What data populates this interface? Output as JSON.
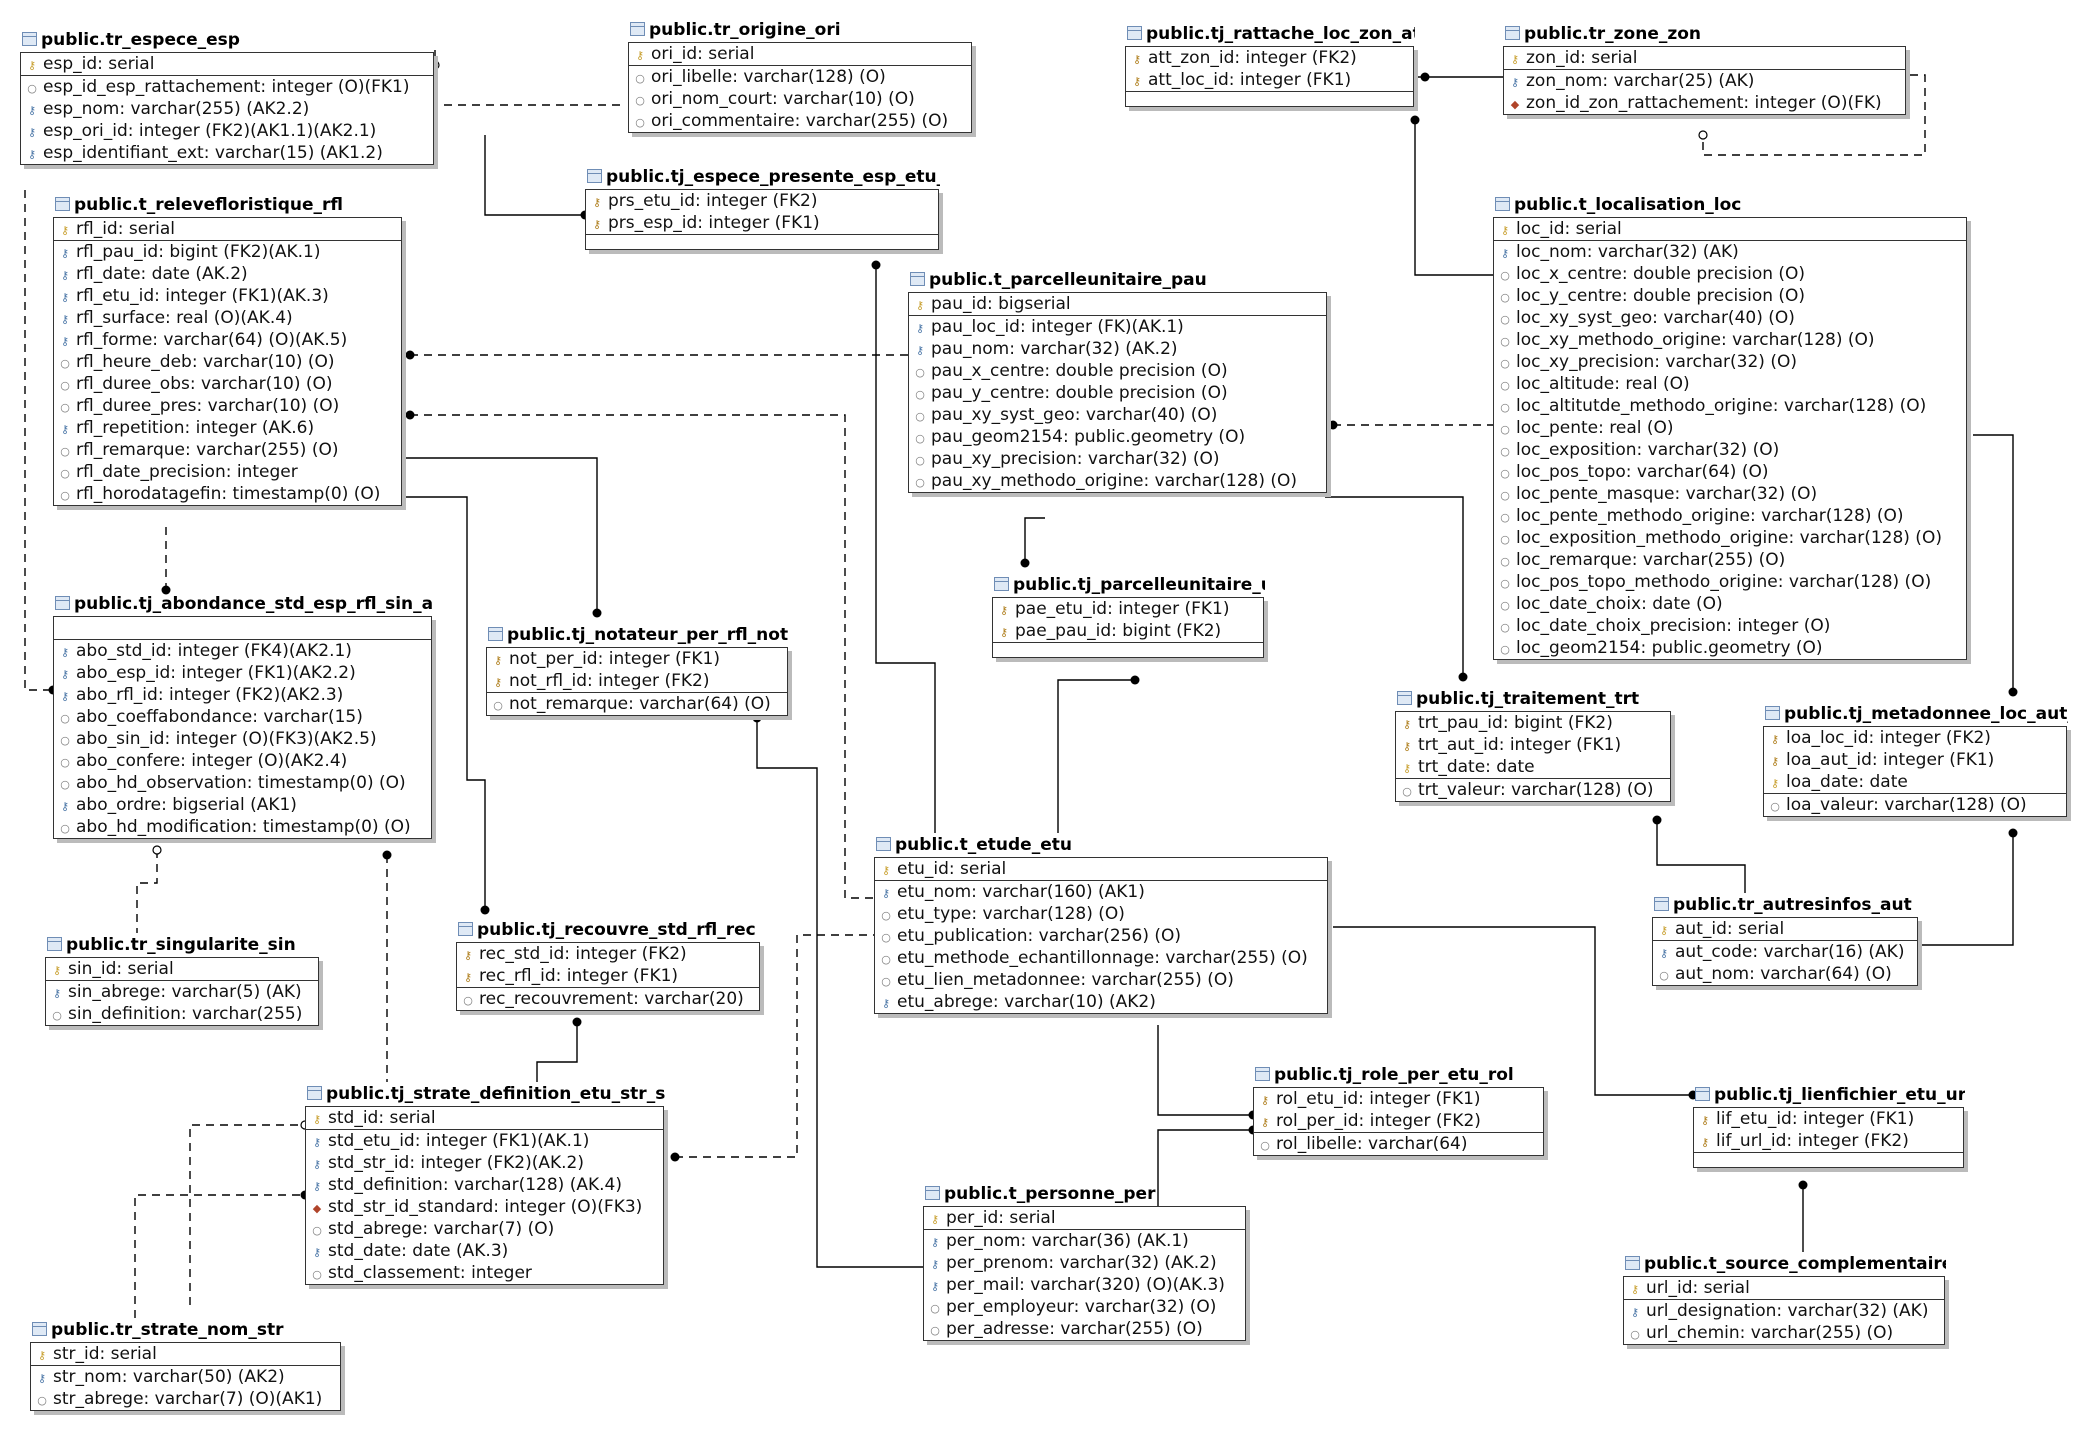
{
  "tables": [
    {
      "id": "tr_espece_esp",
      "name": "public.tr_espece_esp",
      "pk": [
        {
          "t": "pk",
          "text": "esp_id: serial"
        }
      ],
      "cols": [
        {
          "t": "col",
          "text": "esp_id_esp_rattachement: integer (O)(FK1)"
        },
        {
          "t": "ak",
          "text": "esp_nom: varchar(255) (AK2.2)"
        },
        {
          "t": "fk",
          "text": "esp_ori_id: integer (FK2)(AK1.1)(AK2.1)"
        },
        {
          "t": "ak",
          "text": "esp_identifiant_ext: varchar(15) (AK1.2)"
        }
      ],
      "extra": []
    },
    {
      "id": "tr_origine_ori",
      "name": "public.tr_origine_ori",
      "pk": [
        {
          "t": "pk",
          "text": "ori_id: serial"
        }
      ],
      "cols": [
        {
          "t": "col",
          "text": "ori_libelle: varchar(128) (O)"
        },
        {
          "t": "col",
          "text": "ori_nom_court: varchar(10) (O)"
        },
        {
          "t": "col",
          "text": "ori_commentaire: varchar(255) (O)"
        }
      ],
      "extra": []
    },
    {
      "id": "tj_rattache_loc_zon_att",
      "name": "public.tj_rattache_loc_zon_att",
      "pk": [
        {
          "t": "pkfk",
          "text": "att_zon_id: integer (FK2)"
        },
        {
          "t": "pkfk",
          "text": "att_loc_id: integer (FK1)"
        }
      ],
      "cols": [],
      "extra": []
    },
    {
      "id": "tr_zone_zon",
      "name": "public.tr_zone_zon",
      "pk": [
        {
          "t": "pk",
          "text": "zon_id: serial"
        }
      ],
      "cols": [
        {
          "t": "ak",
          "text": "zon_nom: varchar(25) (AK)"
        },
        {
          "t": "fkn",
          "text": "zon_id_zon_rattachement: integer (O)(FK)"
        }
      ],
      "extra": []
    },
    {
      "id": "tj_espece_presente",
      "name": "public.tj_espece_presente_esp_etu_prs",
      "pk": [
        {
          "t": "pkfk",
          "text": "prs_etu_id: integer (FK2)"
        },
        {
          "t": "pkfk",
          "text": "prs_esp_id: integer (FK1)"
        }
      ],
      "cols": [],
      "extra": []
    },
    {
      "id": "t_relevefloristique_rfl",
      "name": "public.t_relevefloristique_rfl",
      "pk": [
        {
          "t": "pk",
          "text": "rfl_id: serial"
        }
      ],
      "cols": [
        {
          "t": "fk",
          "text": "rfl_pau_id: bigint (FK2)(AK.1)"
        },
        {
          "t": "ak",
          "text": "rfl_date: date (AK.2)"
        },
        {
          "t": "fk",
          "text": "rfl_etu_id: integer (FK1)(AK.3)"
        },
        {
          "t": "ak",
          "text": "rfl_surface: real (O)(AK.4)"
        },
        {
          "t": "ak",
          "text": "rfl_forme: varchar(64) (O)(AK.5)"
        },
        {
          "t": "col",
          "text": "rfl_heure_deb: varchar(10) (O)"
        },
        {
          "t": "col",
          "text": "rfl_duree_obs: varchar(10) (O)"
        },
        {
          "t": "col",
          "text": "rfl_duree_pres: varchar(10) (O)"
        },
        {
          "t": "ak",
          "text": "rfl_repetition: integer (AK.6)"
        },
        {
          "t": "col",
          "text": "rfl_remarque: varchar(255) (O)"
        },
        {
          "t": "col",
          "text": "rfl_date_precision: integer"
        },
        {
          "t": "col",
          "text": "rfl_horodatagefin: timestamp(0) (O)"
        }
      ],
      "extra": []
    },
    {
      "id": "t_parcelleunitaire_pau",
      "name": "public.t_parcelleunitaire_pau",
      "pk": [
        {
          "t": "pk",
          "text": "pau_id: bigserial"
        }
      ],
      "cols": [
        {
          "t": "fk",
          "text": "pau_loc_id: integer (FK)(AK.1)"
        },
        {
          "t": "ak",
          "text": "pau_nom: varchar(32) (AK.2)"
        },
        {
          "t": "col",
          "text": "pau_x_centre: double precision (O)"
        },
        {
          "t": "col",
          "text": "pau_y_centre: double precision (O)"
        },
        {
          "t": "col",
          "text": "pau_xy_syst_geo: varchar(40) (O)"
        },
        {
          "t": "col",
          "text": "pau_geom2154: public.geometry (O)"
        },
        {
          "t": "col",
          "text": "pau_xy_precision: varchar(32) (O)"
        },
        {
          "t": "col",
          "text": "pau_xy_methodo_origine: varchar(128) (O)"
        }
      ],
      "extra": []
    },
    {
      "id": "t_localisation_loc",
      "name": "public.t_localisation_loc",
      "pk": [
        {
          "t": "pk",
          "text": "loc_id: serial"
        }
      ],
      "cols": [
        {
          "t": "ak",
          "text": "loc_nom: varchar(32) (AK)"
        },
        {
          "t": "col",
          "text": "loc_x_centre: double precision (O)"
        },
        {
          "t": "col",
          "text": "loc_y_centre: double precision (O)"
        },
        {
          "t": "col",
          "text": "loc_xy_syst_geo: varchar(40) (O)"
        },
        {
          "t": "col",
          "text": "loc_xy_methodo_origine: varchar(128) (O)"
        },
        {
          "t": "col",
          "text": "loc_xy_precision: varchar(32) (O)"
        },
        {
          "t": "col",
          "text": "loc_altitude: real (O)"
        },
        {
          "t": "col",
          "text": "loc_altitutde_methodo_origine: varchar(128) (O)"
        },
        {
          "t": "col",
          "text": "loc_pente: real (O)"
        },
        {
          "t": "col",
          "text": "loc_exposition: varchar(32) (O)"
        },
        {
          "t": "col",
          "text": "loc_pos_topo: varchar(64) (O)"
        },
        {
          "t": "col",
          "text": "loc_pente_masque: varchar(32) (O)"
        },
        {
          "t": "col",
          "text": "loc_pente_methodo_origine: varchar(128) (O)"
        },
        {
          "t": "col",
          "text": "loc_exposition_methodo_origine: varchar(128) (O)"
        },
        {
          "t": "col",
          "text": "loc_remarque: varchar(255) (O)"
        },
        {
          "t": "col",
          "text": "loc_pos_topo_methodo_origine: varchar(128) (O)"
        },
        {
          "t": "col",
          "text": "loc_date_choix: date (O)"
        },
        {
          "t": "col",
          "text": "loc_date_choix_precision: integer (O)"
        },
        {
          "t": "col",
          "text": "loc_geom2154: public.geometry (O)"
        }
      ],
      "extra": []
    },
    {
      "id": "tj_abondance",
      "name": "public.tj_abondance_std_esp_rfl_sin_abo",
      "pk": [],
      "cols": [
        {
          "t": "fk",
          "text": "abo_std_id: integer (FK4)(AK2.1)"
        },
        {
          "t": "fk",
          "text": "abo_esp_id: integer (FK1)(AK2.2)"
        },
        {
          "t": "fk",
          "text": "abo_rfl_id: integer (FK2)(AK2.3)"
        },
        {
          "t": "col",
          "text": "abo_coeffabondance: varchar(15)"
        },
        {
          "t": "col",
          "text": "abo_sin_id: integer (O)(FK3)(AK2.5)"
        },
        {
          "t": "col",
          "text": "abo_confere: integer (O)(AK2.4)"
        },
        {
          "t": "col",
          "text": "abo_hd_observation: timestamp(0) (O)"
        },
        {
          "t": "ak",
          "text": "abo_ordre: bigserial (AK1)"
        },
        {
          "t": "col",
          "text": "abo_hd_modification: timestamp(0) (O)"
        }
      ],
      "extra": []
    },
    {
      "id": "tj_notateur",
      "name": "public.tj_notateur_per_rfl_not",
      "pk": [
        {
          "t": "pkfk",
          "text": "not_per_id: integer (FK1)"
        },
        {
          "t": "pkfk",
          "text": "not_rfl_id: integer (FK2)"
        }
      ],
      "cols": [
        {
          "t": "col",
          "text": "not_remarque: varchar(64) (O)"
        }
      ],
      "extra": []
    },
    {
      "id": "tj_parcelleunitaire_util",
      "name": "public.tj_parcelleunitaire_utilisee_etu_pae",
      "pk": [
        {
          "t": "pkfk",
          "text": "pae_etu_id: integer (FK1)"
        },
        {
          "t": "pkfk",
          "text": "pae_pau_id: bigint (FK2)"
        }
      ],
      "cols": [],
      "extra": []
    },
    {
      "id": "tj_traitement_trt",
      "name": "public.tj_traitement_trt",
      "pk": [
        {
          "t": "pkfk",
          "text": "trt_pau_id: bigint (FK2)"
        },
        {
          "t": "pkfk",
          "text": "trt_aut_id: integer (FK1)"
        },
        {
          "t": "pk",
          "text": "trt_date: date"
        }
      ],
      "cols": [
        {
          "t": "col",
          "text": "trt_valeur: varchar(128) (O)"
        }
      ],
      "extra": []
    },
    {
      "id": "tj_metadonnee",
      "name": "public.tj_metadonnee_loc_aut_loa",
      "pk": [
        {
          "t": "pkfk",
          "text": "loa_loc_id: integer (FK2)"
        },
        {
          "t": "pkfk",
          "text": "loa_aut_id: integer (FK1)"
        },
        {
          "t": "pk",
          "text": "loa_date: date"
        }
      ],
      "cols": [
        {
          "t": "col",
          "text": "loa_valeur: varchar(128) (O)"
        }
      ],
      "extra": []
    },
    {
      "id": "t_etude_etu",
      "name": "public.t_etude_etu",
      "pk": [
        {
          "t": "pk",
          "text": "etu_id: serial"
        }
      ],
      "cols": [
        {
          "t": "ak",
          "text": "etu_nom: varchar(160) (AK1)"
        },
        {
          "t": "col",
          "text": "etu_type: varchar(128) (O)"
        },
        {
          "t": "col",
          "text": "etu_publication: varchar(256) (O)"
        },
        {
          "t": "col",
          "text": "etu_methode_echantillonnage: varchar(255) (O)"
        },
        {
          "t": "col",
          "text": "etu_lien_metadonnee: varchar(255) (O)"
        },
        {
          "t": "ak",
          "text": "etu_abrege: varchar(10) (AK2)"
        }
      ],
      "extra": []
    },
    {
      "id": "tr_autresinfos_aut",
      "name": "public.tr_autresinfos_aut",
      "pk": [
        {
          "t": "pk",
          "text": "aut_id: serial"
        }
      ],
      "cols": [
        {
          "t": "ak",
          "text": "aut_code: varchar(16) (AK)"
        },
        {
          "t": "col",
          "text": "aut_nom: varchar(64) (O)"
        }
      ],
      "extra": []
    },
    {
      "id": "tr_singularite_sin",
      "name": "public.tr_singularite_sin",
      "pk": [
        {
          "t": "pk",
          "text": "sin_id: serial"
        }
      ],
      "cols": [
        {
          "t": "ak",
          "text": "sin_abrege: varchar(5) (AK)"
        },
        {
          "t": "col",
          "text": "sin_definition: varchar(255)"
        }
      ],
      "extra": []
    },
    {
      "id": "tj_recouvre",
      "name": "public.tj_recouvre_std_rfl_rec",
      "pk": [
        {
          "t": "pkfk",
          "text": "rec_std_id: integer (FK2)"
        },
        {
          "t": "pkfk",
          "text": "rec_rfl_id: integer (FK1)"
        }
      ],
      "cols": [
        {
          "t": "col",
          "text": "rec_recouvrement: varchar(20)"
        }
      ],
      "extra": []
    },
    {
      "id": "tj_role",
      "name": "public.tj_role_per_etu_rol",
      "pk": [
        {
          "t": "pkfk",
          "text": "rol_etu_id: integer (FK1)"
        },
        {
          "t": "pkfk",
          "text": "rol_per_id: integer (FK2)"
        }
      ],
      "cols": [
        {
          "t": "col",
          "text": "rol_libelle: varchar(64)"
        }
      ],
      "extra": []
    },
    {
      "id": "tj_lienfichier",
      "name": "public.tj_lienfichier_etu_url_lif",
      "pk": [
        {
          "t": "pkfk",
          "text": "lif_etu_id: integer (FK1)"
        },
        {
          "t": "pkfk",
          "text": "lif_url_id: integer (FK2)"
        }
      ],
      "cols": [],
      "extra": []
    },
    {
      "id": "tj_strate_definition",
      "name": "public.tj_strate_definition_etu_str_std",
      "pk": [
        {
          "t": "pk",
          "text": "std_id: serial"
        }
      ],
      "cols": [
        {
          "t": "fk",
          "text": "std_etu_id: integer (FK1)(AK.1)"
        },
        {
          "t": "fk",
          "text": "std_str_id: integer (FK2)(AK.2)"
        },
        {
          "t": "ak",
          "text": "std_definition: varchar(128) (AK.4)"
        },
        {
          "t": "fkn",
          "text": "std_str_id_standard: integer (O)(FK3)"
        },
        {
          "t": "col",
          "text": "std_abrege: varchar(7) (O)"
        },
        {
          "t": "ak",
          "text": "std_date: date (AK.3)"
        },
        {
          "t": "col",
          "text": "std_classement: integer"
        }
      ],
      "extra": []
    },
    {
      "id": "t_personne_per",
      "name": "public.t_personne_per",
      "pk": [
        {
          "t": "pk",
          "text": "per_id: serial"
        }
      ],
      "cols": [
        {
          "t": "ak",
          "text": "per_nom: varchar(36) (AK.1)"
        },
        {
          "t": "ak",
          "text": "per_prenom: varchar(32) (AK.2)"
        },
        {
          "t": "ak",
          "text": "per_mail: varchar(320) (O)(AK.3)"
        },
        {
          "t": "col",
          "text": "per_employeur: varchar(32) (O)"
        },
        {
          "t": "col",
          "text": "per_adresse: varchar(255) (O)"
        }
      ],
      "extra": []
    },
    {
      "id": "t_source_complementaire",
      "name": "public.t_source_complementaire_url",
      "pk": [
        {
          "t": "pk",
          "text": "url_id: serial"
        }
      ],
      "cols": [
        {
          "t": "ak",
          "text": "url_designation: varchar(32) (AK)"
        },
        {
          "t": "col",
          "text": "url_chemin: varchar(255) (O)"
        }
      ],
      "extra": []
    },
    {
      "id": "tr_strate_nom_str",
      "name": "public.tr_strate_nom_str",
      "pk": [
        {
          "t": "pk",
          "text": "str_id: serial"
        }
      ],
      "cols": [
        {
          "t": "ak",
          "text": "str_nom: varchar(50) (AK2)"
        },
        {
          "t": "col",
          "text": "str_abrege: varchar(7) (O)(AK1)"
        }
      ],
      "extra": []
    }
  ],
  "icons": {
    "pk": "primary-key-icon",
    "pkfk": "foreign-primary-key-icon",
    "fk": "foreign-key-icon",
    "ak": "alternate-key-icon",
    "col": "column-icon",
    "fkn": "nullable-foreign-key-icon",
    "table": "table-icon"
  },
  "colors": {
    "line": "#000000",
    "border": "#333333",
    "shadow": "#bbbbbb",
    "pk_icon": "#c8a030",
    "fk_icon": "#4d78a8",
    "fkn_icon": "#b0442a"
  }
}
